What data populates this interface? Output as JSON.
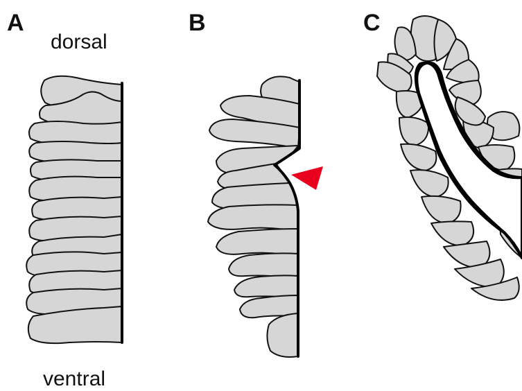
{
  "panels": {
    "a": {
      "letter": "A"
    },
    "b": {
      "letter": "B"
    },
    "c": {
      "letter": "C"
    }
  },
  "orientation": {
    "top": "dorsal",
    "bottom": "ventral"
  },
  "colors": {
    "cell_fill": "#d6d6d6",
    "outline": "#111111",
    "arrowhead": "#e8001c",
    "background": "#ffffff"
  }
}
